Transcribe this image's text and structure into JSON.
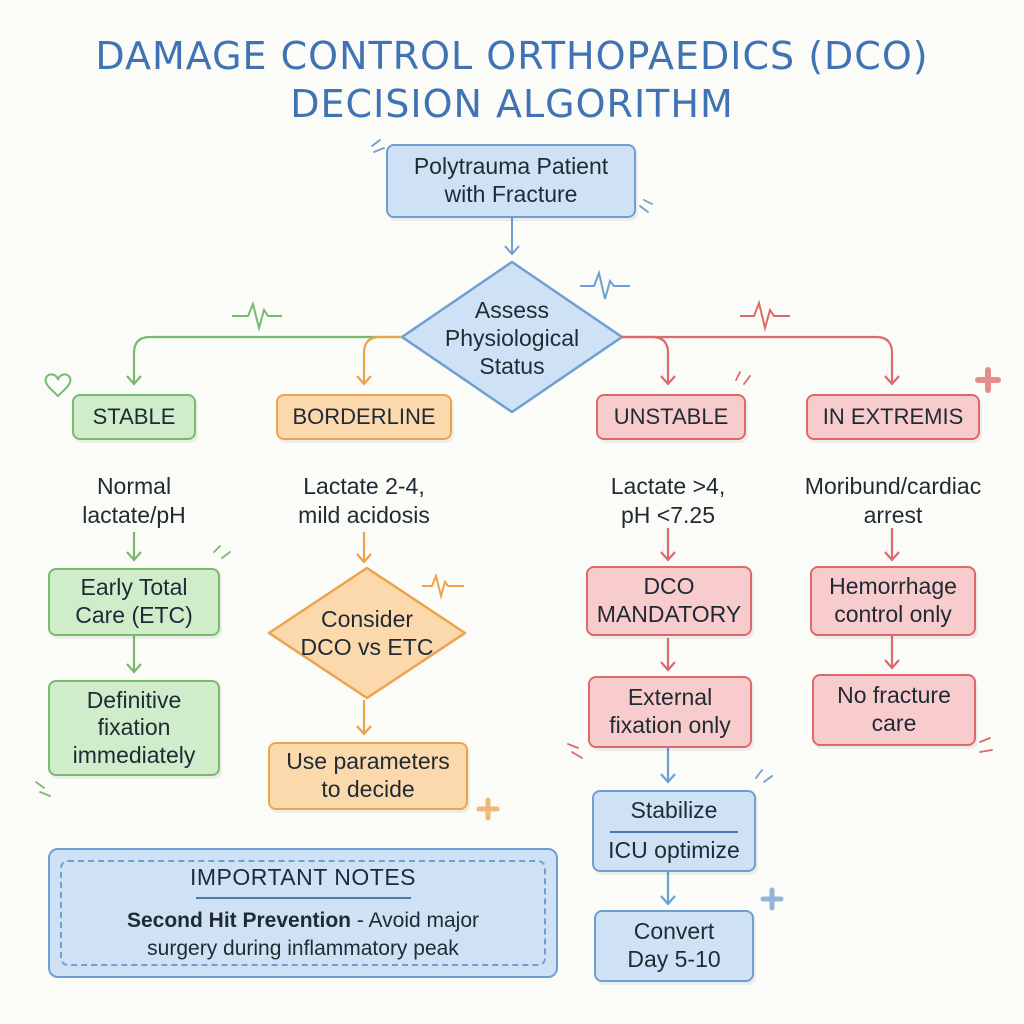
{
  "title": {
    "line1": "DAMAGE CONTROL ORTHOPAEDICS (DCO)",
    "line2": "DECISION ALGORITHM"
  },
  "start": {
    "line1": "Polytrauma Patient",
    "line2": "with Fracture"
  },
  "assess": {
    "line1": "Assess",
    "line2": "Physiological",
    "line3": "Status"
  },
  "stable": {
    "status": "STABLE",
    "criteria": {
      "line1": "Normal",
      "line2": "lactate/pH"
    },
    "step1": {
      "line1": "Early Total",
      "line2": "Care (ETC)"
    },
    "step2": {
      "line1": "Definitive",
      "line2": "fixation",
      "line3": "immediately"
    }
  },
  "borderline": {
    "status": "BORDERLINE",
    "criteria": {
      "line1": "Lactate 2-4,",
      "line2": "mild acidosis"
    },
    "decision": {
      "line1": "Consider",
      "line2": "DCO vs ETC"
    },
    "step": {
      "line1": "Use parameters",
      "line2": "to decide"
    }
  },
  "unstable": {
    "status": "UNSTABLE",
    "criteria": {
      "line1": "Lactate >4,",
      "line2": "pH <7.25"
    },
    "step1": {
      "line1": "DCO",
      "line2": "MANDATORY"
    },
    "step2": {
      "line1": "External",
      "line2": "fixation only"
    },
    "step3": {
      "line1": "Stabilize",
      "line2": "ICU optimize"
    },
    "step4": {
      "line1": "Convert",
      "line2": "Day 5-10"
    }
  },
  "extremis": {
    "status": "IN EXTREMIS",
    "criteria": {
      "line1": "Moribund/cardiac",
      "line2": "arrest"
    },
    "step1": {
      "line1": "Hemorrhage",
      "line2": "control only"
    },
    "step2": {
      "line1": "No fracture",
      "line2": "care"
    }
  },
  "notes": {
    "title": "IMPORTANT NOTES",
    "bold": "Second Hit Prevention",
    "text1": " - Avoid major",
    "text2": "surgery during inflammatory peak"
  },
  "colors": {
    "blue": "#6f9fd2",
    "green": "#78bb70",
    "orange": "#eda24d",
    "red": "#dd6a6a",
    "title": "#3f73b3"
  },
  "icons": [
    "heart-icon",
    "pulse-icon",
    "plus-icon",
    "sparkle-icon"
  ]
}
